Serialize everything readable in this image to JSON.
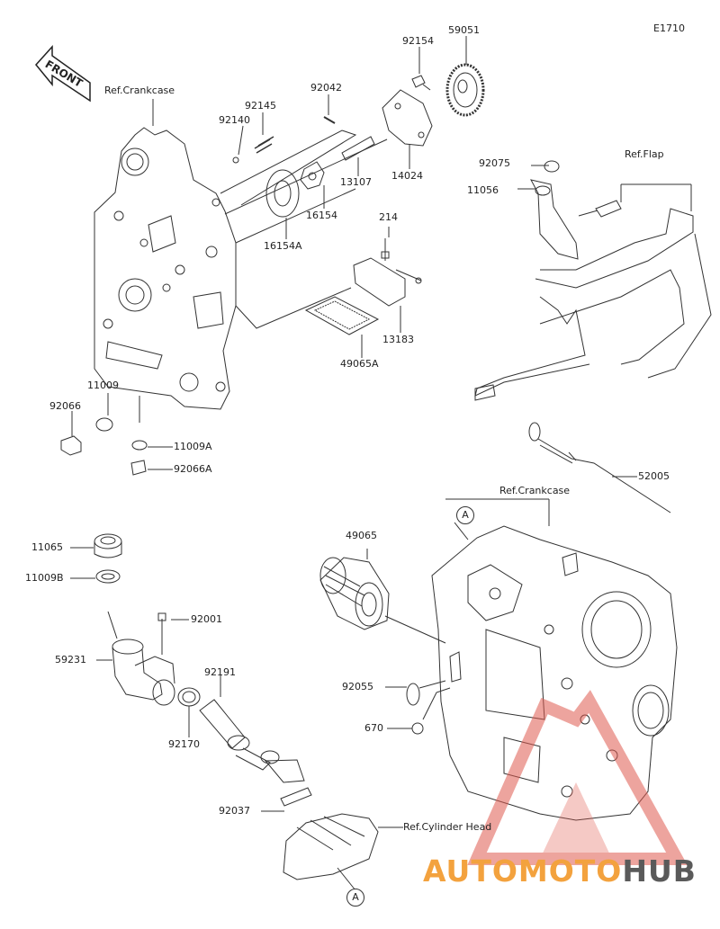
{
  "diagram_code": "E1710",
  "front_label": "FRONT",
  "ref_labels": {
    "crankcase_top": "Ref.Crankcase",
    "flap": "Ref.Flap",
    "crankcase_bottom": "Ref.Crankcase",
    "cylinder_head": "Ref.Cylinder Head"
  },
  "connector_marks": {
    "a1": "A",
    "a2": "A"
  },
  "parts": {
    "p92154": "92154",
    "p59051": "59051",
    "p92042": "92042",
    "p92145": "92145",
    "p92140": "92140",
    "p13107": "13107",
    "p14024": "14024",
    "p16154": "16154",
    "p16154A": "16154A",
    "p214": "214",
    "p13183": "13183",
    "p49065A": "49065A",
    "p92075": "92075",
    "p11056": "11056",
    "p11009": "11009",
    "p92066": "92066",
    "p11009A": "11009A",
    "p92066A": "92066A",
    "p52005": "52005",
    "p49065": "49065",
    "p11065": "11065",
    "p11009B": "11009B",
    "p92001": "92001",
    "p59231": "59231",
    "p92191": "92191",
    "p92170": "92170",
    "p92055": "92055",
    "p670": "670",
    "p92037": "92037"
  },
  "watermark": {
    "part1": "AUTOMOTO",
    "part2": "HUB",
    "accent_color": "#f3a23e",
    "dark_color": "#5a5a5a",
    "logo_color": "#e05a4f"
  }
}
